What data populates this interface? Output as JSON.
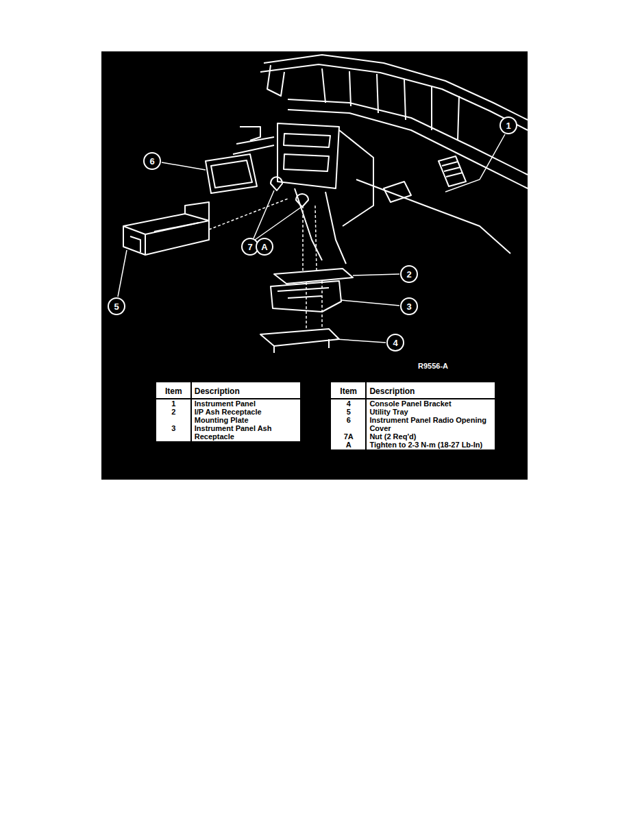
{
  "diagram": {
    "nodes": [
      {
        "text": [
          "1"
        ]
      },
      {
        "text": [
          "6"
        ]
      },
      {
        "text": [
          "7"
        ]
      },
      {
        "text": [
          "A"
        ]
      },
      {
        "text": [
          "2"
        ]
      },
      {
        "text": [
          "3"
        ]
      },
      {
        "text": [
          "5"
        ]
      },
      {
        "text": [
          "4"
        ]
      }
    ],
    "labels": [
      "R9556-A",
      "Item",
      "Description",
      "1",
      "Instrument Panel",
      "2",
      "I/P Ash Receptacle Mounting Plate",
      "3",
      "Instrument Panel Ash Receptacle",
      "Item",
      "Description",
      "4",
      "Console Panel Bracket",
      "5",
      "Utility Tray",
      "6",
      "Instrument Panel Radio Opening Cover",
      "7A",
      "Nut (2 Req'd)",
      "A",
      "Tighten to 2-3 N-m (18-27 Lb-In)"
    ]
  }
}
